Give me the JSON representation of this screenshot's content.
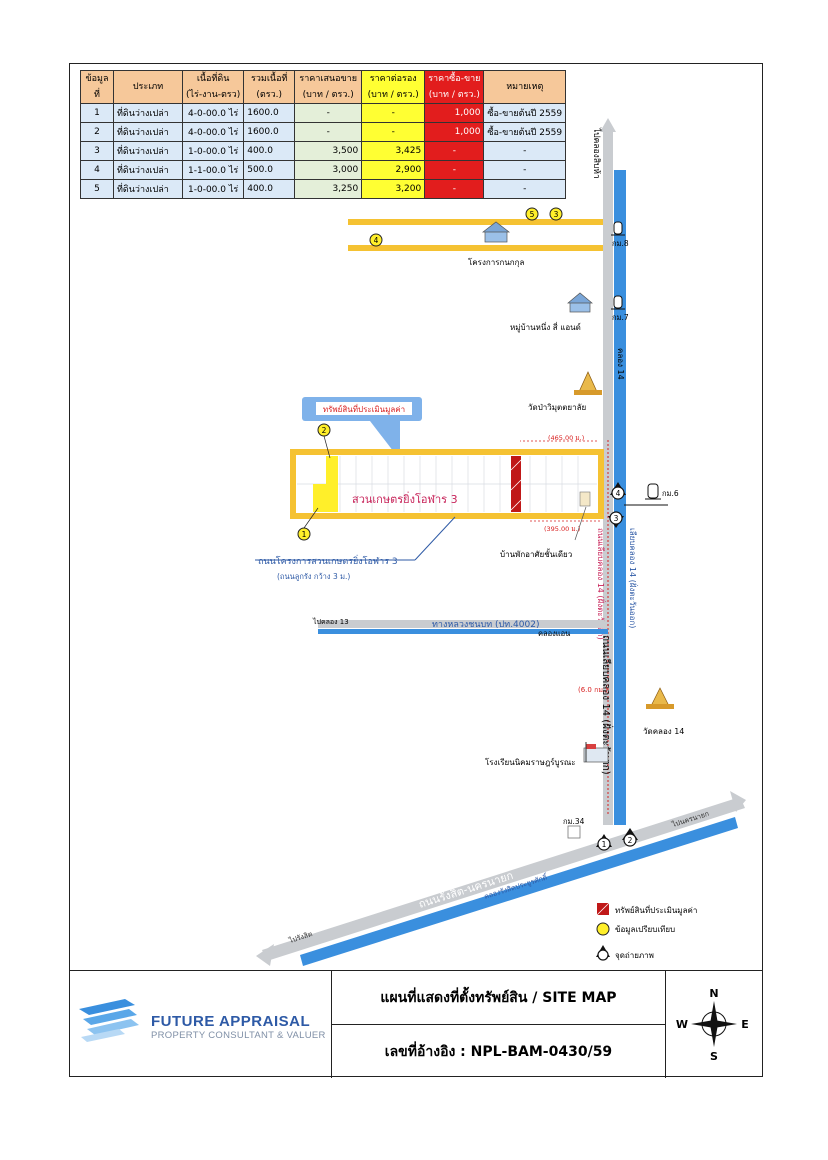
{
  "table": {
    "headers": [
      "ข้อมูลที่",
      "ประเภท",
      "เนื้อที่ดิน (ไร่-งาน-ตรว)",
      "รวมเนื้อที่ (ตรว.)",
      "ราคาเสนอขาย (บาท / ตรว.)",
      "ราคาต่อรอง (บาท / ตรว.)",
      "ราคาซื้อ-ขาย (บาท / ตรว.)",
      "หมายเหตุ"
    ],
    "header_lines": [
      [
        "ข้อมูล",
        "ที่"
      ],
      [
        "ประเภท",
        ""
      ],
      [
        "เนื้อที่ดิน",
        "(ไร่-งาน-ตรว)"
      ],
      [
        "รวมเนื้อที่",
        "(ตรว.)"
      ],
      [
        "ราคาเสนอขาย",
        "(บาท / ตรว.)"
      ],
      [
        "ราคาต่อรอง",
        "(บาท / ตรว.)"
      ],
      [
        "ราคาซื้อ-ขาย",
        "(บาท / ตรว.)"
      ],
      [
        "หมายเหตุ",
        ""
      ]
    ],
    "rows": [
      [
        "1",
        "ที่ดินว่างเปล่า",
        "4-0-00.0 ไร่",
        "1600.0",
        "-",
        "-",
        "1,000",
        "ซื้อ-ขายต้นปี 2559"
      ],
      [
        "2",
        "ที่ดินว่างเปล่า",
        "4-0-00.0 ไร่",
        "1600.0",
        "-",
        "-",
        "1,000",
        "ซื้อ-ขายต้นปี 2559"
      ],
      [
        "3",
        "ที่ดินว่างเปล่า",
        "1-0-00.0 ไร่",
        "400.0",
        "3,500",
        "3,425",
        "-",
        "-"
      ],
      [
        "4",
        "ที่ดินว่างเปล่า",
        "1-1-00.0 ไร่",
        "500.0",
        "3,000",
        "2,900",
        "-",
        "-"
      ],
      [
        "5",
        "ที่ดินว่างเปล่า",
        "1-0-00.0 ไร่",
        "400.0",
        "3,250",
        "3,200",
        "-",
        "-"
      ]
    ]
  },
  "map": {
    "road_north": "ไปคลองสิบห้า",
    "village_project": "โครงการกนกกุล",
    "village_house": "หมู่บ้านหนึ่ง สี่ แอนด์",
    "canal_14": "คลอง 14",
    "temple_1": "วัดป่าวิมุตตยาลัย",
    "callout": "ทรัพย์สินที่ประเมินมูลค่า",
    "project_name": "สวนเกษตรยิ่งโอฬาร 3",
    "dist_465": "(465.00 ม.)",
    "dist_395": "(395.00 ม.)",
    "road_project": "ถนนโครงการสวนเกษตรยิ่งโอฬาร 3",
    "road_project_sub": "(ถนนลูกรัง กว้าง 3 ม.)",
    "rest_house": "บ้านพักอาศัยชั้นเดียว",
    "to_klong13": "ไปคลอง 13",
    "rural_road": "ทางหลวงชนบท (ปท.4002)",
    "canal_aen": "คลองแอน",
    "road_14_left": "ถนนเลียบคลอง 14 (ฝั่งตะวันตก)",
    "road_14_right": "เลียบคลอง 14 (ฝั่งตะวันออก)",
    "road_14_right_b": "ถนนเลียบคลอง 14 (ฝั่งตะวันตก)",
    "dist_6km": "(6.0 กม.)",
    "temple_2": "วัดคลอง 14",
    "school": "โรงเรียนนิคมราษฎร์บูรณะ",
    "km34": "กม.34",
    "km8": "กม.8",
    "km7": "กม.7",
    "km6": "กม.6",
    "to_nakhon_nayok": "ไปนครนายก",
    "to_rangsit": "ไปรังสิต",
    "main_road": "ถนนรังสิต-นครนายก",
    "main_canal": "คลองรังสิตประยูรศักดิ์",
    "legend": [
      "ทรัพย์สินที่ประเมินมูลค่า",
      "ข้อมูลเปรียบเทียบ",
      "จุดถ่ายภาพ"
    ],
    "markers_compare": [
      "5",
      "3",
      "4",
      "1",
      "2"
    ],
    "markers_photo": [
      "4",
      "3",
      "1",
      "2"
    ]
  },
  "footer": {
    "company": "FUTURE APPRAISAL",
    "company_sub": "PROPERTY CONSULTANT & VALUER",
    "title": "แผนที่แสดงที่ตั้งทรัพย์สิน / SITE MAP",
    "reference": "เลขที่อ้างอิง : NPL-BAM-0430/59",
    "compass": [
      "N",
      "E",
      "S",
      "W"
    ]
  },
  "colors": {
    "road_yellow": "#f5c232",
    "road_blue": "#3a8fde",
    "road_grey": "#c9ccd0",
    "subject_red": "#c01818",
    "accent": "#2e5aa6"
  }
}
